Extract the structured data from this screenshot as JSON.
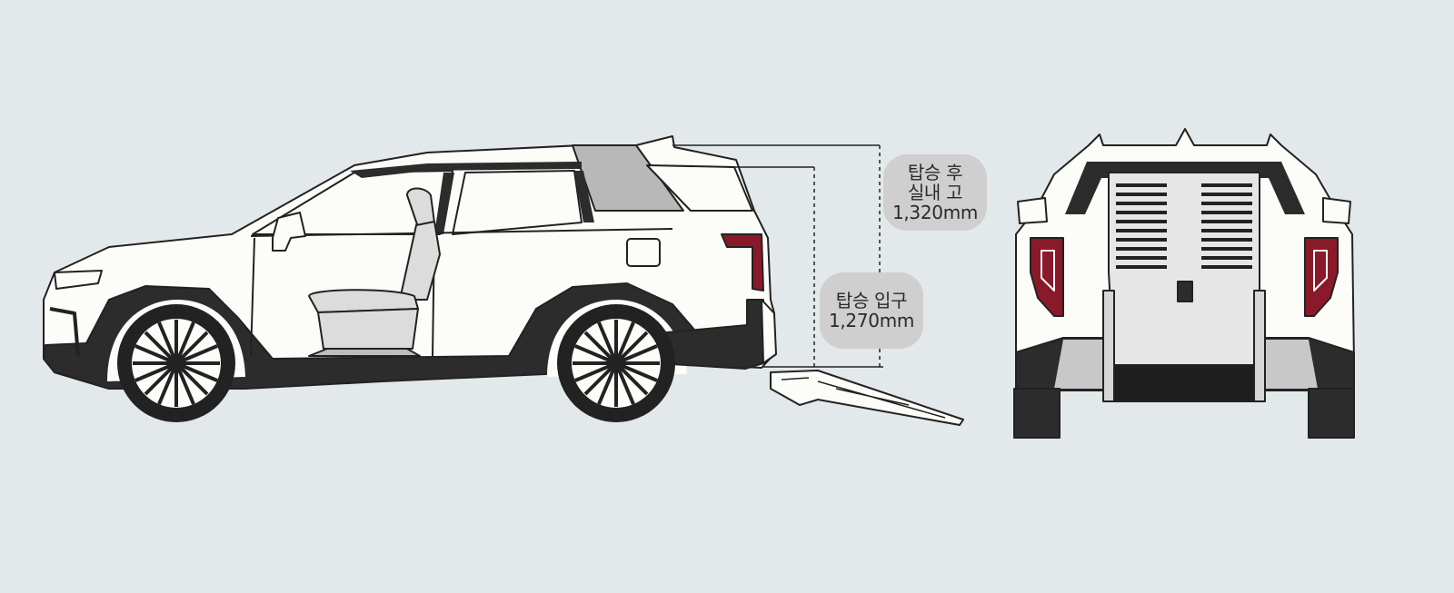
{
  "diagram": {
    "callout_interior_height": {
      "line1": "탑승 후",
      "line2": "실내 고",
      "line3": "1,320mm"
    },
    "callout_entry_height": {
      "line1": "탑승 입구",
      "line2": "1,270mm"
    }
  },
  "colors": {
    "background": "#e3e8eb",
    "body_white": "#fcfcf8",
    "trim_dark": "#2c2c2c",
    "glass_gray": "#b8b8b8",
    "tail_red": "#8a1a2a",
    "callout_gray": "#cfcfcf"
  }
}
